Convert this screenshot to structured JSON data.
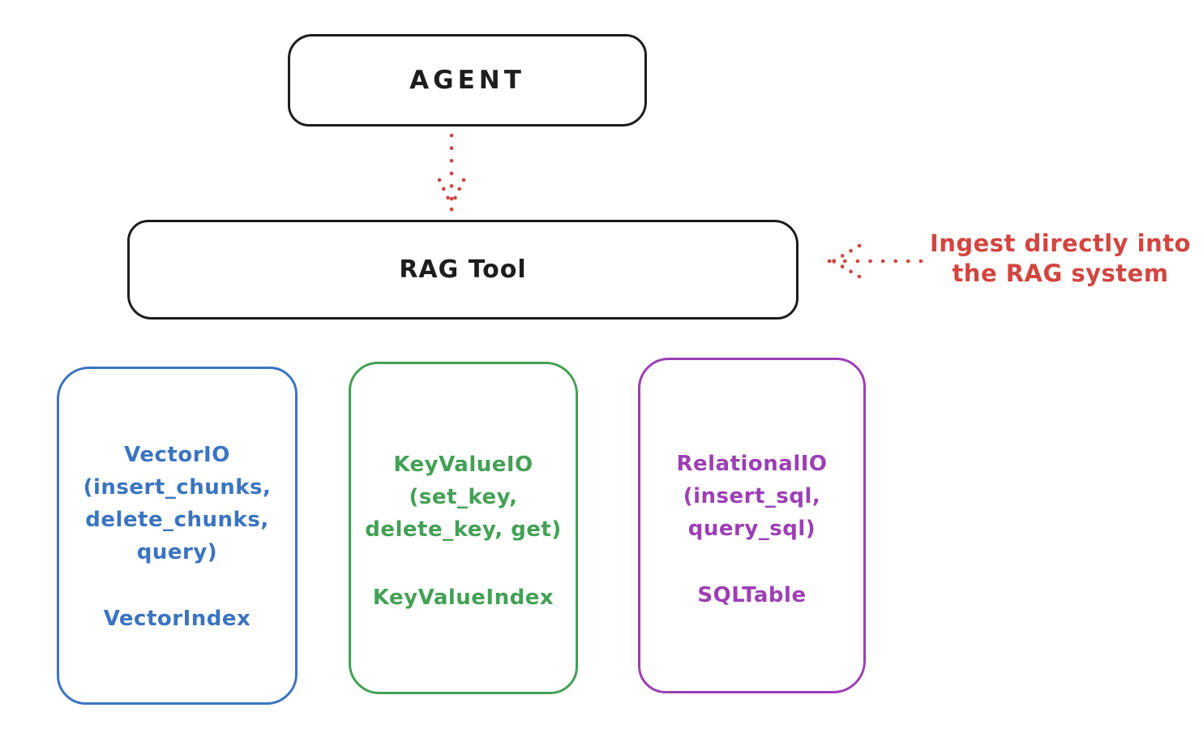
{
  "diagram": {
    "title_hint": "RAG Tool architecture sketch",
    "colors": {
      "stroke_black": "#1d1d1d",
      "accent_red": "#d2453f",
      "vector_blue": "#3b74c0",
      "keyvalue_green": "#44a055",
      "relational_purple": "#9c3fb5",
      "background": "#ffffff"
    },
    "agent": {
      "label": "AGENT"
    },
    "rag_tool": {
      "label": "RAG Tool"
    },
    "annotation": {
      "text": "Ingest directly into\nthe RAG system"
    },
    "arrows": [
      {
        "name": "agent-to-ragtool",
        "style": "dotted",
        "color": "#d2453f",
        "direction": "down"
      },
      {
        "name": "ingest-annotation",
        "style": "dotted",
        "color": "#d2453f",
        "direction": "left"
      }
    ],
    "backends": [
      {
        "name": "vector-io",
        "methods": "VectorIO\n(insert_chunks,\ndelete_chunks,\nquery)",
        "index": "VectorIndex",
        "color": "#3b74c0"
      },
      {
        "name": "keyvalue-io",
        "methods": "KeyValueIO\n(set_key,\ndelete_key, get)",
        "index": "KeyValueIndex",
        "color": "#44a055"
      },
      {
        "name": "relational-io",
        "methods": "RelationalIO\n(insert_sql,\nquery_sql)",
        "index": "SQLTable",
        "color": "#9c3fb5"
      }
    ]
  }
}
